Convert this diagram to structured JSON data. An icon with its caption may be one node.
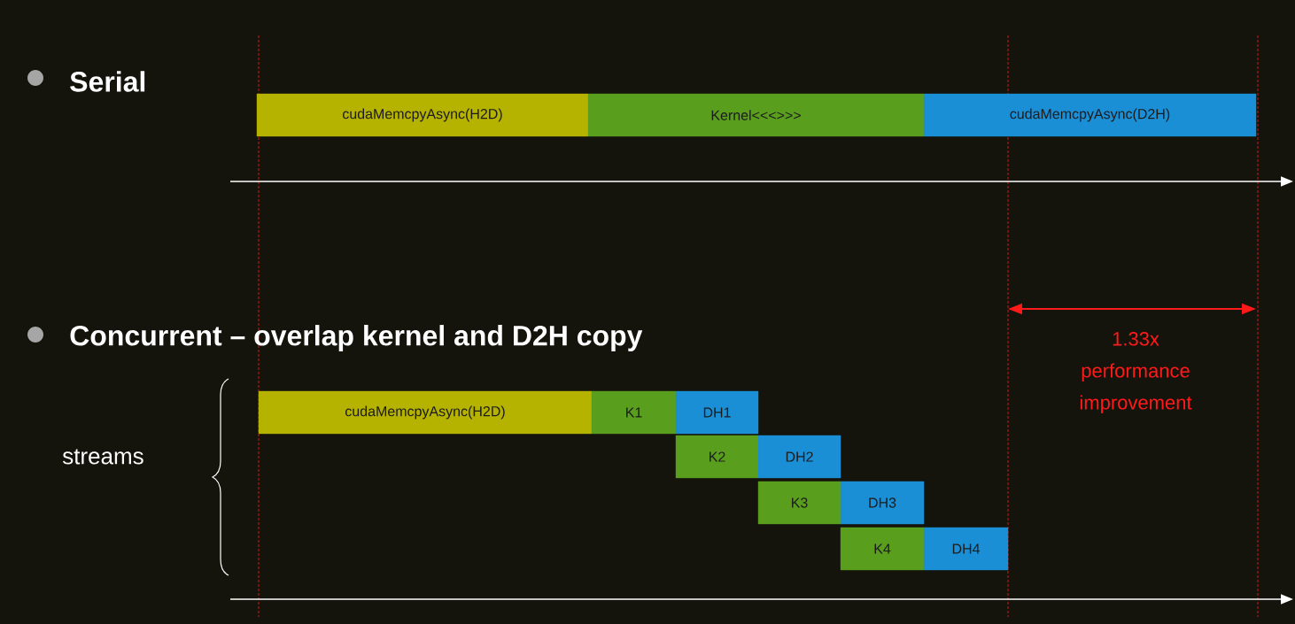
{
  "diagram": {
    "nodes": [
      {
        "text": [
          "cudaMemcpyAsync(H2D)"
        ]
      },
      {
        "text": [
          "Kernel<<<>>>"
        ]
      },
      {
        "text": [
          "cudaMemcpyAsync(D2H)"
        ]
      },
      {
        "text": [
          "cudaMemcpyAsync(H2D)"
        ]
      },
      {
        "text": [
          "K1"
        ]
      },
      {
        "text": [
          "DH1"
        ]
      },
      {
        "text": [
          "K2"
        ]
      },
      {
        "text": [
          "DH2"
        ]
      },
      {
        "text": [
          "K3"
        ]
      },
      {
        "text": [
          "DH3"
        ]
      },
      {
        "text": [
          "K4"
        ]
      },
      {
        "text": [
          "DH4"
        ]
      }
    ],
    "labels": [
      "Serial",
      "Concurrent – overlap kernel and D2H copy",
      "1.33x performance improvement",
      "streams"
    ]
  }
}
